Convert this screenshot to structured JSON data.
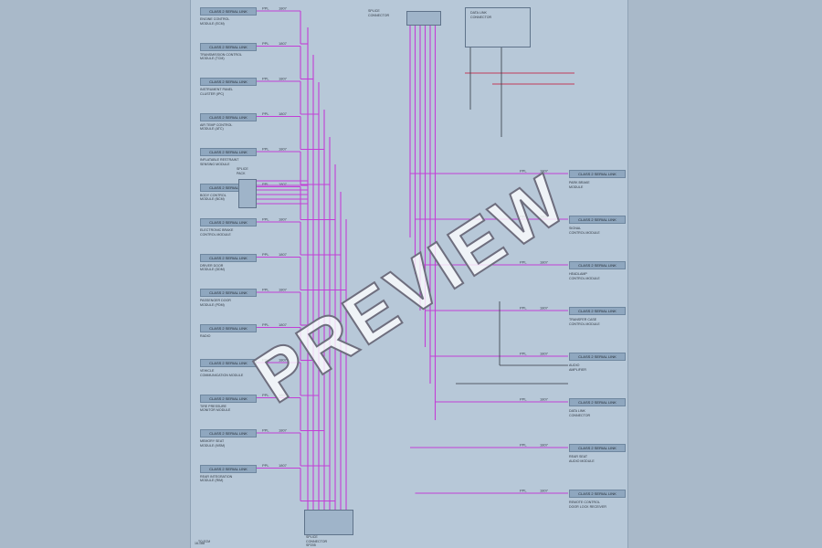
{
  "watermark": "PREVIEW",
  "colors": {
    "wire_primary": "#c23fd6",
    "wire_secondary": "#c03b5a",
    "wire_ground": "#333a44",
    "box_fill": "#8fa7bf"
  },
  "left_modules": [
    {
      "box": "CLASS 2 SERIAL LINK",
      "desc": "ENGINE CONTROL\nMODULE (ECM)"
    },
    {
      "box": "CLASS 2 SERIAL LINK",
      "desc": "TRANSMISSION CONTROL\nMODULE (TCM)"
    },
    {
      "box": "CLASS 2 SERIAL LINK",
      "desc": "INSTRUMENT PANEL\nCLUSTER (IPC)"
    },
    {
      "box": "CLASS 2 SERIAL LINK",
      "desc": "AIR TEMP CONTROL\nMODULE (ATC)"
    },
    {
      "box": "CLASS 2 SERIAL LINK",
      "desc": "INFLATABLE RESTRAINT\nSENSING MODULE"
    },
    {
      "box": "CLASS 2 SERIAL LINK",
      "desc": "BODY CONTROL\nMODULE (BCM)"
    },
    {
      "box": "CLASS 2 SERIAL LINK",
      "desc": "ELECTRONIC BRAKE\nCONTROL MODULE"
    },
    {
      "box": "CLASS 2 SERIAL LINK",
      "desc": "DRIVER DOOR\nMODULE (DDM)"
    },
    {
      "box": "CLASS 2 SERIAL LINK",
      "desc": "PASSENGER DOOR\nMODULE (PDM)"
    },
    {
      "box": "CLASS 2 SERIAL LINK",
      "desc": "RADIO"
    },
    {
      "box": "CLASS 2 SERIAL LINK",
      "desc": "VEHICLE\nCOMMUNICATION MODULE"
    },
    {
      "box": "CLASS 2 SERIAL LINK",
      "desc": "TIRE PRESSURE\nMONITOR MODULE"
    },
    {
      "box": "CLASS 2 SERIAL LINK",
      "desc": "MEMORY SEAT\nMODULE (MSM)"
    },
    {
      "box": "CLASS 2 SERIAL LINK",
      "desc": "REAR INTEGRATION\nMODULE (RIM)"
    }
  ],
  "right_modules": [
    {
      "box": "CLASS 2 SERIAL LINK",
      "desc": "PARK BRAKE\nMODULE"
    },
    {
      "box": "CLASS 2 SERIAL LINK",
      "desc": "SIGNAL\nCONTROL MODULE"
    },
    {
      "box": "CLASS 2 SERIAL LINK",
      "desc": "HEADLAMP\nCONTROL MODULE"
    },
    {
      "box": "CLASS 2 SERIAL LINK",
      "desc": "TRANSFER CASE\nCONTROL MODULE"
    },
    {
      "box": "CLASS 2 SERIAL LINK",
      "desc": "AUDIO\nAMPLIFIER"
    },
    {
      "box": "CLASS 2 SERIAL LINK",
      "desc": "DATA LINK\nCONNECTOR"
    },
    {
      "box": "CLASS 2 SERIAL LINK",
      "desc": "REAR SEAT\nAUDIO MODULE"
    },
    {
      "box": "CLASS 2 SERIAL LINK",
      "desc": "REMOTE CONTROL\nDOOR LOCK RECEIVER"
    }
  ],
  "wire_labels": {
    "color_code": "PPL",
    "circuit": "1807"
  },
  "splice_label": "SPLICE\nPACK",
  "top_connector_label": "SPLICE\nCONNECTOR",
  "top_right_module": "DATA LINK\nCONNECTOR",
  "corner_label": "TO ECM",
  "page_number": "16-188",
  "bottom_connector_label": "SPLICE\nCONNECTOR\nSP205"
}
